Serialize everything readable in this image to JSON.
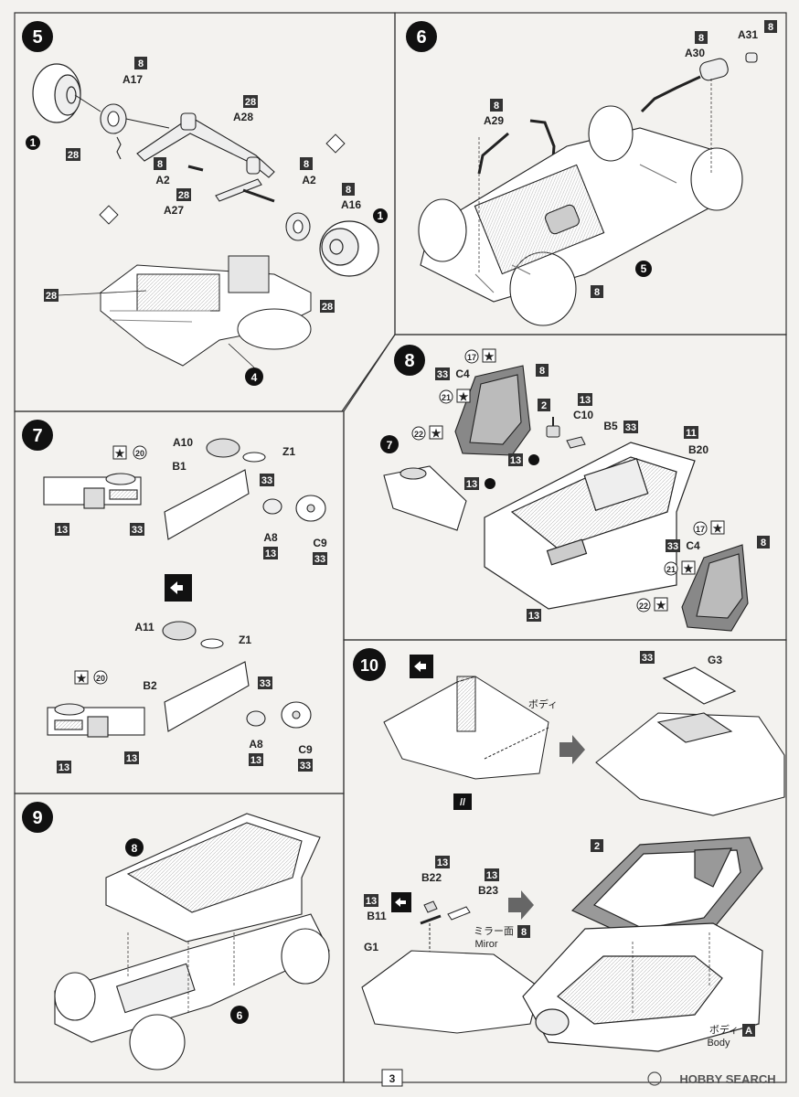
{
  "page": {
    "number": "3",
    "watermark": "HOBBY SEARCH"
  },
  "steps": {
    "s5": {
      "num": "5",
      "parts": [
        "A17",
        "A28",
        "A2",
        "A2",
        "A16",
        "A27"
      ],
      "colors": [
        "8",
        "28",
        "28",
        "8",
        "8",
        "8",
        "28",
        "28",
        "28"
      ],
      "refs": [
        "1",
        "1",
        "4"
      ]
    },
    "s6": {
      "num": "6",
      "parts": [
        "A30",
        "A31",
        "A29"
      ],
      "colors": [
        "8",
        "8",
        "8",
        "8"
      ],
      "refs": [
        "5"
      ]
    },
    "s7": {
      "num": "7",
      "parts": [
        "A10",
        "Z1",
        "B1",
        "A8",
        "C9",
        "A11",
        "Z1",
        "B2",
        "A8",
        "C9"
      ],
      "colors": [
        "33",
        "13",
        "33",
        "13",
        "33",
        "13",
        "33",
        "13",
        "33",
        "13"
      ],
      "stars": [
        "20",
        "20"
      ]
    },
    "s8": {
      "num": "8",
      "parts": [
        "C4",
        "C10",
        "B5",
        "B20",
        "C4"
      ],
      "colors": [
        "8",
        "33",
        "2",
        "13",
        "33",
        "11",
        "13",
        "13",
        "33",
        "8",
        "13"
      ],
      "stars": [
        "17",
        "21",
        "22",
        "17",
        "21",
        "22"
      ],
      "refs": [
        "7"
      ]
    },
    "s9": {
      "num": "9",
      "refs": [
        "8",
        "6"
      ]
    },
    "s10": {
      "num": "10",
      "parts": [
        "G3",
        "B22",
        "B23",
        "B11",
        "G1"
      ],
      "colors": [
        "33",
        "2",
        "13",
        "13",
        "13",
        "8",
        "A"
      ],
      "labels": {
        "body_jp": "ボディ",
        "mirror_jp": "ミラー面",
        "mirror_en": "Miror",
        "body_jp2": "ボディ",
        "body_en": "Body"
      }
    }
  },
  "colors": {
    "ink": "#222222",
    "paper": "#f3f2ef",
    "shade": "#9a9a9a",
    "light": "#d9d9d9"
  }
}
